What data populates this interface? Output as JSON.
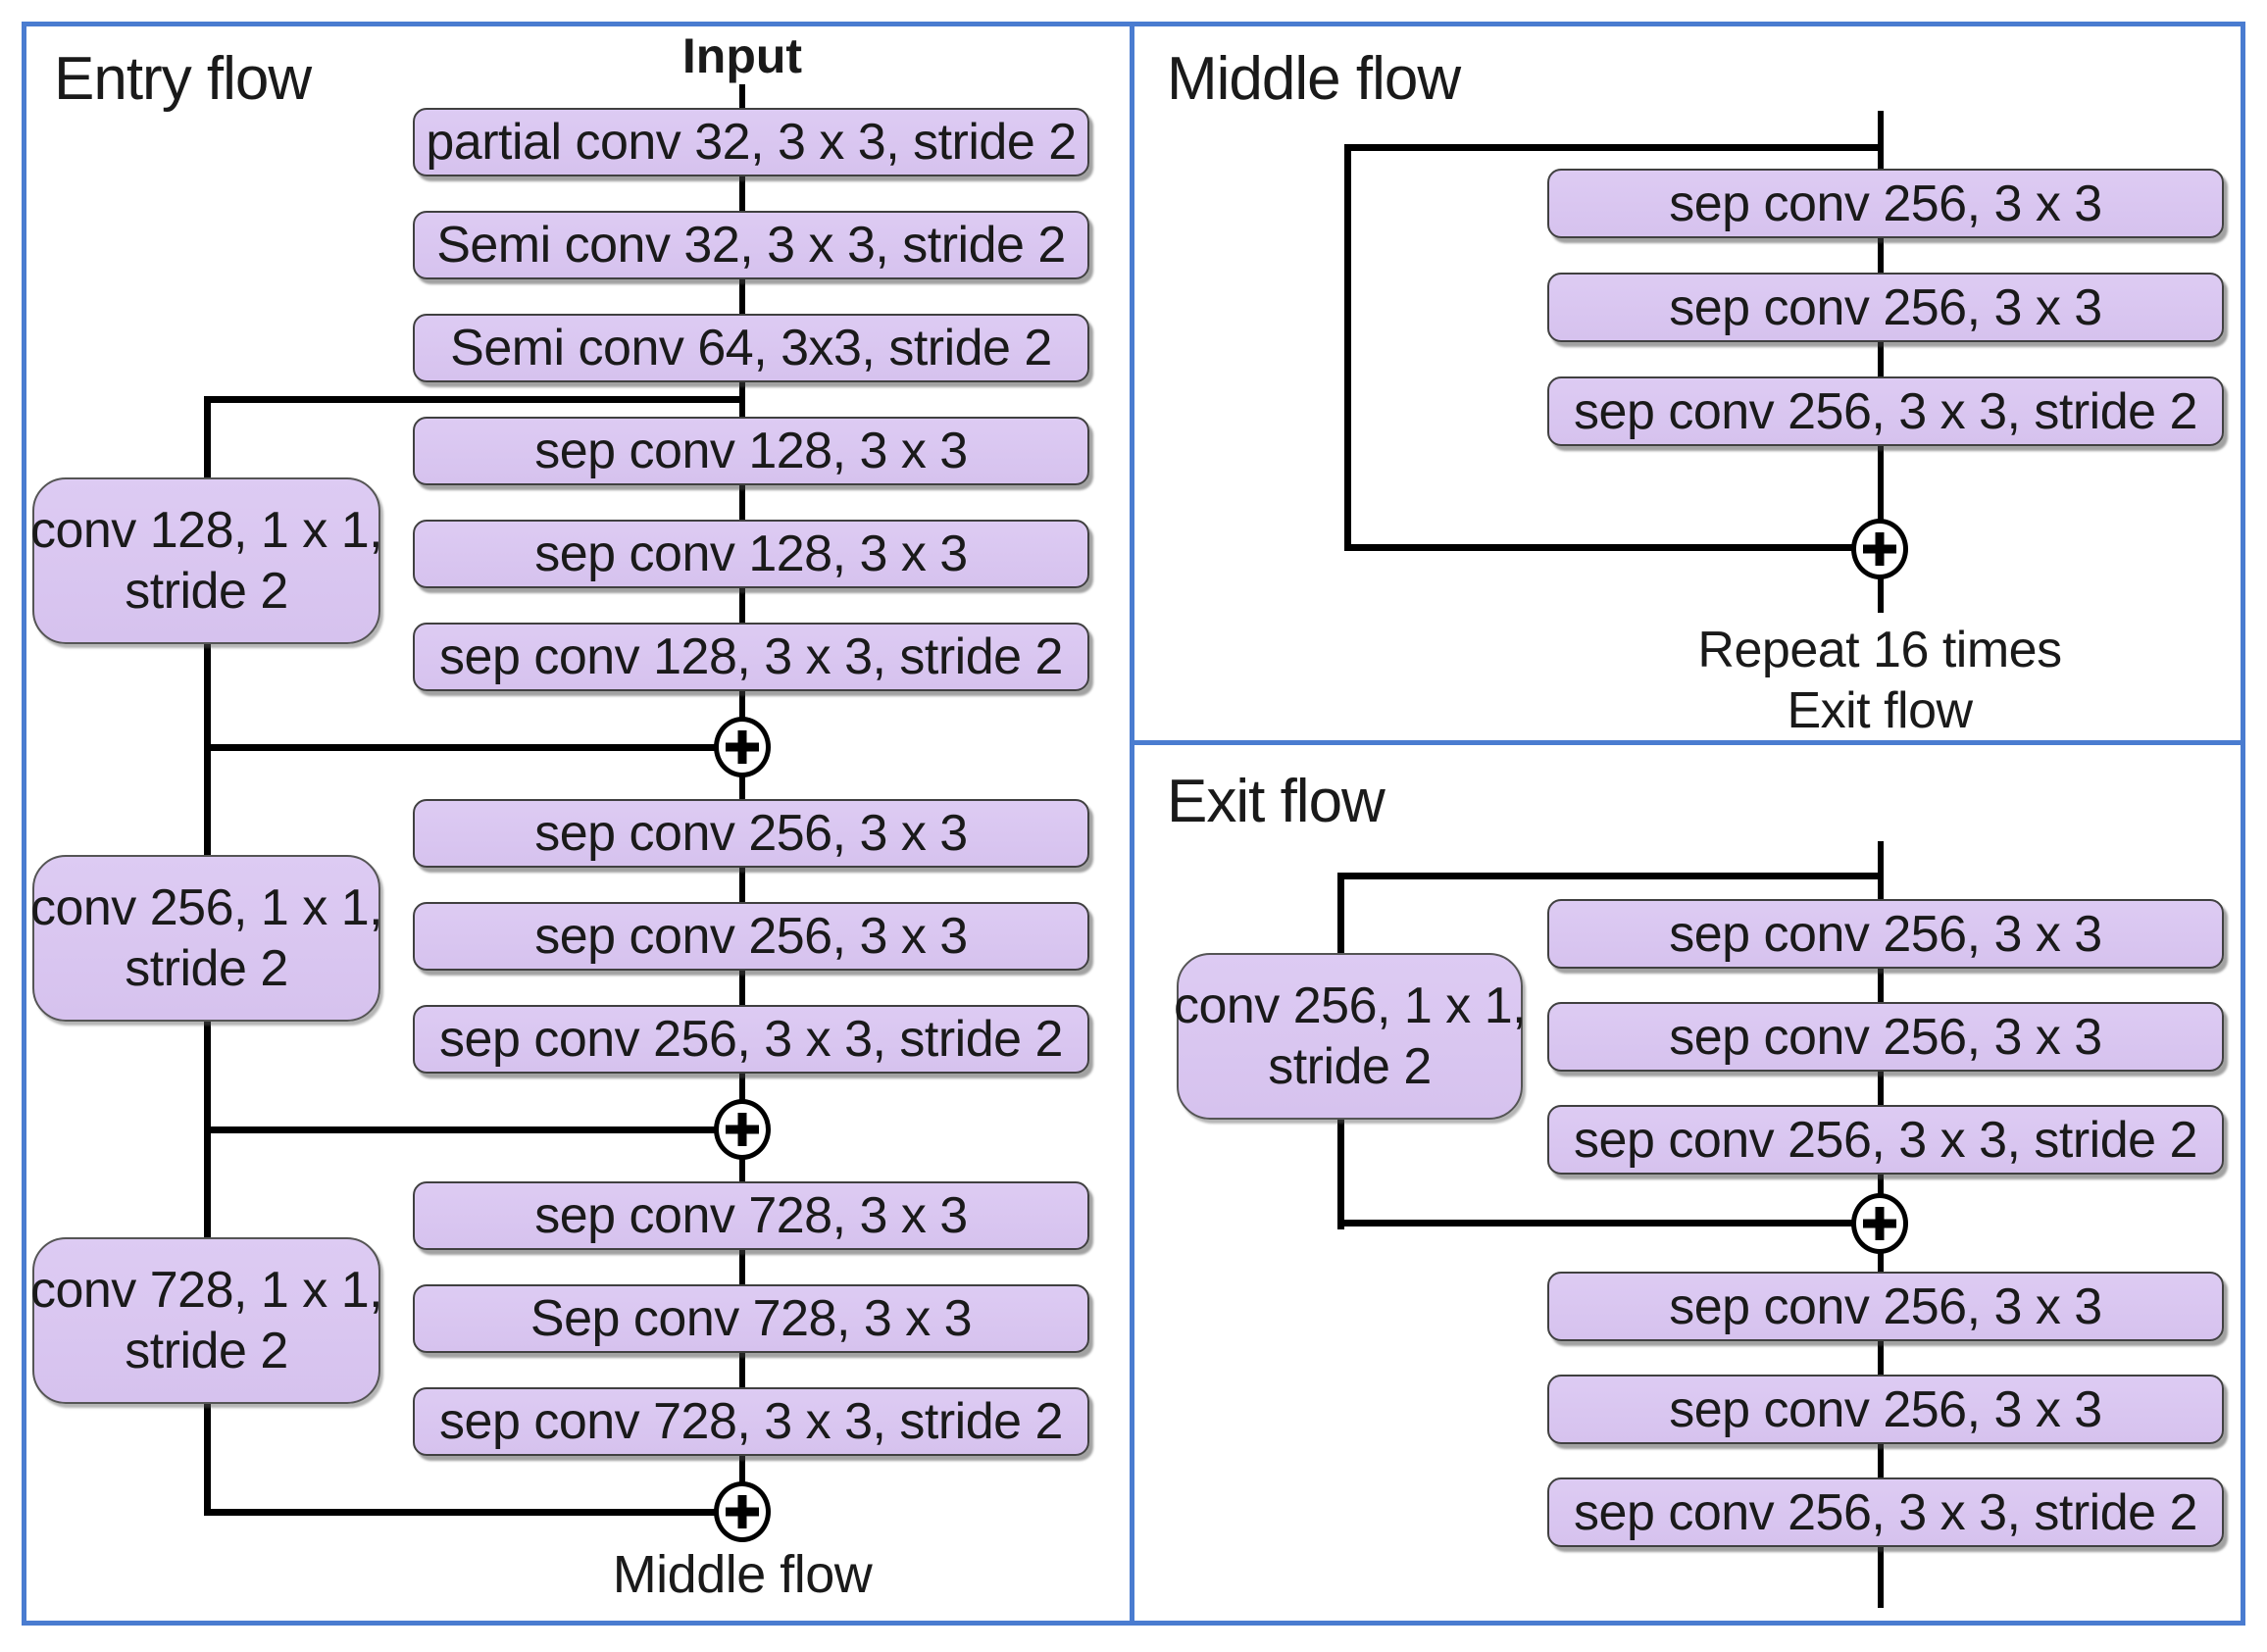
{
  "colors": {
    "panel_border": "#4a7cd0",
    "box_fill": "#d9c6ef",
    "box_border": "#404040",
    "connector": "#000000",
    "text": "#1a1a1a"
  },
  "panels": {
    "entry": {
      "title": "Entry flow",
      "input_label": "Input",
      "main_boxes": [
        "partial conv 32, 3 x 3, stride 2",
        "Semi conv 32, 3 x 3, stride 2",
        "Semi conv 64, 3x3, stride 2",
        "sep conv 128, 3 x 3",
        "sep conv 128, 3 x 3",
        "sep conv 128, 3 x 3, stride 2",
        "sep conv 256, 3 x 3",
        "sep conv 256, 3 x 3",
        "sep conv 256, 3 x 3, stride 2",
        "sep conv 728, 3 x 3",
        "Sep conv 728, 3 x 3",
        "sep conv 728, 3 x 3, stride 2"
      ],
      "skip_boxes": [
        {
          "line1": "conv 128, 1 x 1,",
          "line2": "stride 2"
        },
        {
          "line1": "conv 256, 1 x 1,",
          "line2": "stride 2"
        },
        {
          "line1": "conv 728, 1 x 1,",
          "line2": "stride 2"
        }
      ],
      "output_label": "Middle flow"
    },
    "middle": {
      "title": "Middle flow",
      "main_boxes": [
        "sep conv 256, 3 x 3",
        "sep conv 256, 3 x 3",
        "sep conv 256, 3 x 3, stride 2"
      ],
      "caption_line1": "Repeat 16 times",
      "caption_line2": "Exit flow"
    },
    "exit": {
      "title": "Exit flow",
      "skip_box": {
        "line1": "conv 256, 1 x 1,",
        "line2": "stride 2"
      },
      "main_boxes_top": [
        "sep conv 256, 3 x 3",
        "sep conv 256, 3 x 3",
        "sep conv 256, 3 x 3, stride 2"
      ],
      "main_boxes_bottom": [
        "sep conv 256, 3 x 3",
        "sep conv 256, 3 x 3",
        "sep conv 256, 3 x 3, stride 2"
      ]
    }
  }
}
